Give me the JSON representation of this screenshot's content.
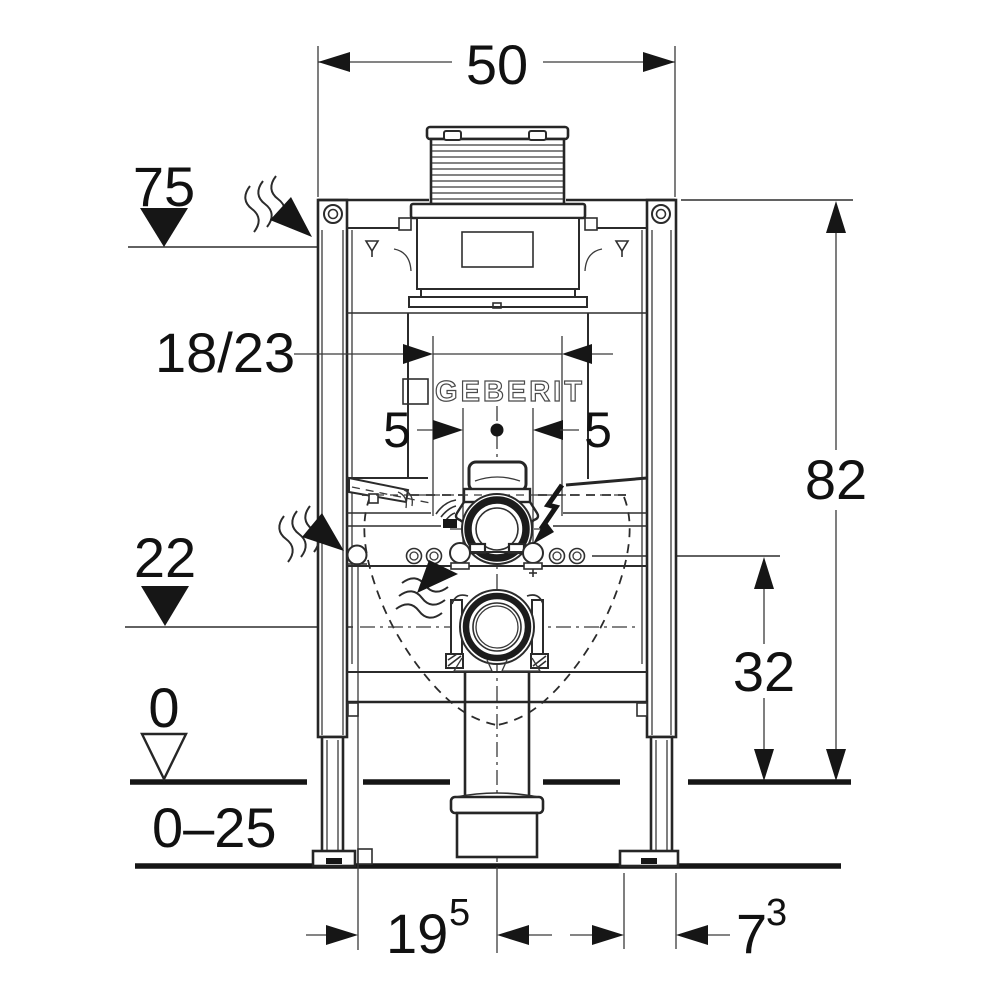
{
  "drawing": {
    "brand_logo": "GEBERIT",
    "dimensions": {
      "top_width": "50",
      "water_supply_height": "75",
      "flush_pipe_span": "18/23",
      "offset_left": "5",
      "offset_right": "5",
      "outlet_center_height": "22",
      "finished_floor_level": "0",
      "floor_buildup_range": "0–25",
      "frame_height": "82",
      "fixing_bolt_height": "32",
      "foot_center_offset": {
        "main": "19",
        "sup": "5"
      },
      "foot_plate_width": {
        "main": "7",
        "sup": "3"
      }
    },
    "icons": {
      "water_supply": "wavy-arrow",
      "electrical_supply": "lightning-bolt",
      "level_reference_filled": "filled-triangle-down",
      "level_reference_open": "open-triangle-down",
      "water_level_mark": "small-open-triangle",
      "screw_hole": "double-circle"
    }
  }
}
